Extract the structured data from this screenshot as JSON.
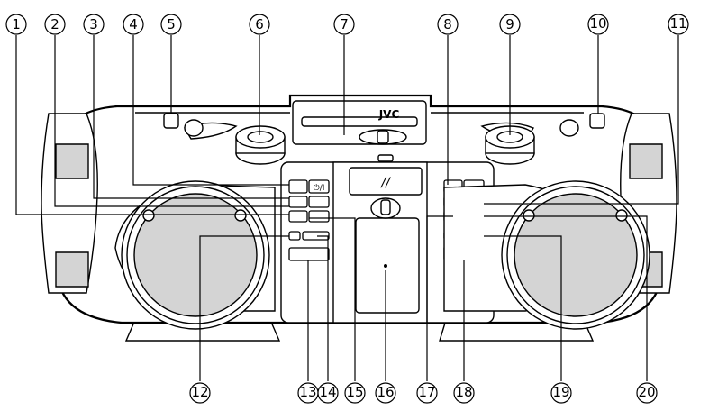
{
  "brand_logo": "JVC",
  "display_glyph": "//",
  "power_symbol": "⏻/I",
  "callouts": [
    "1",
    "2",
    "3",
    "4",
    "5",
    "6",
    "7",
    "8",
    "9",
    "10",
    "11",
    "12",
    "13",
    "14",
    "15",
    "16",
    "17",
    "18",
    "19",
    "20"
  ]
}
